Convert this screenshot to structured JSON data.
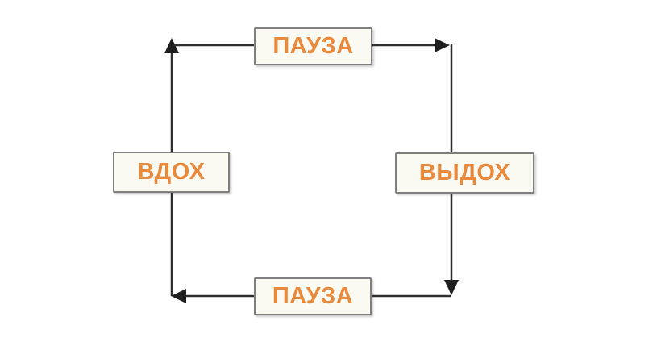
{
  "diagram": {
    "title": "breathing-cycle",
    "nodes": [
      {
        "id": "pause-top",
        "label": "ПАУЗА"
      },
      {
        "id": "exhale",
        "label": "ВЫДОХ"
      },
      {
        "id": "pause-bottom",
        "label": "ПАУЗА"
      },
      {
        "id": "inhale",
        "label": "ВДОХ"
      }
    ],
    "flow": [
      "ВДОХ",
      "ПАУЗА",
      "ВЫДОХ",
      "ПАУЗА"
    ],
    "colors": {
      "label_text": "#E8893C",
      "box_fill": "#FBFAF2",
      "box_border": "#7F7F7F",
      "arrow_line": "#2E2E2E",
      "background": "#FFFFFF"
    }
  }
}
